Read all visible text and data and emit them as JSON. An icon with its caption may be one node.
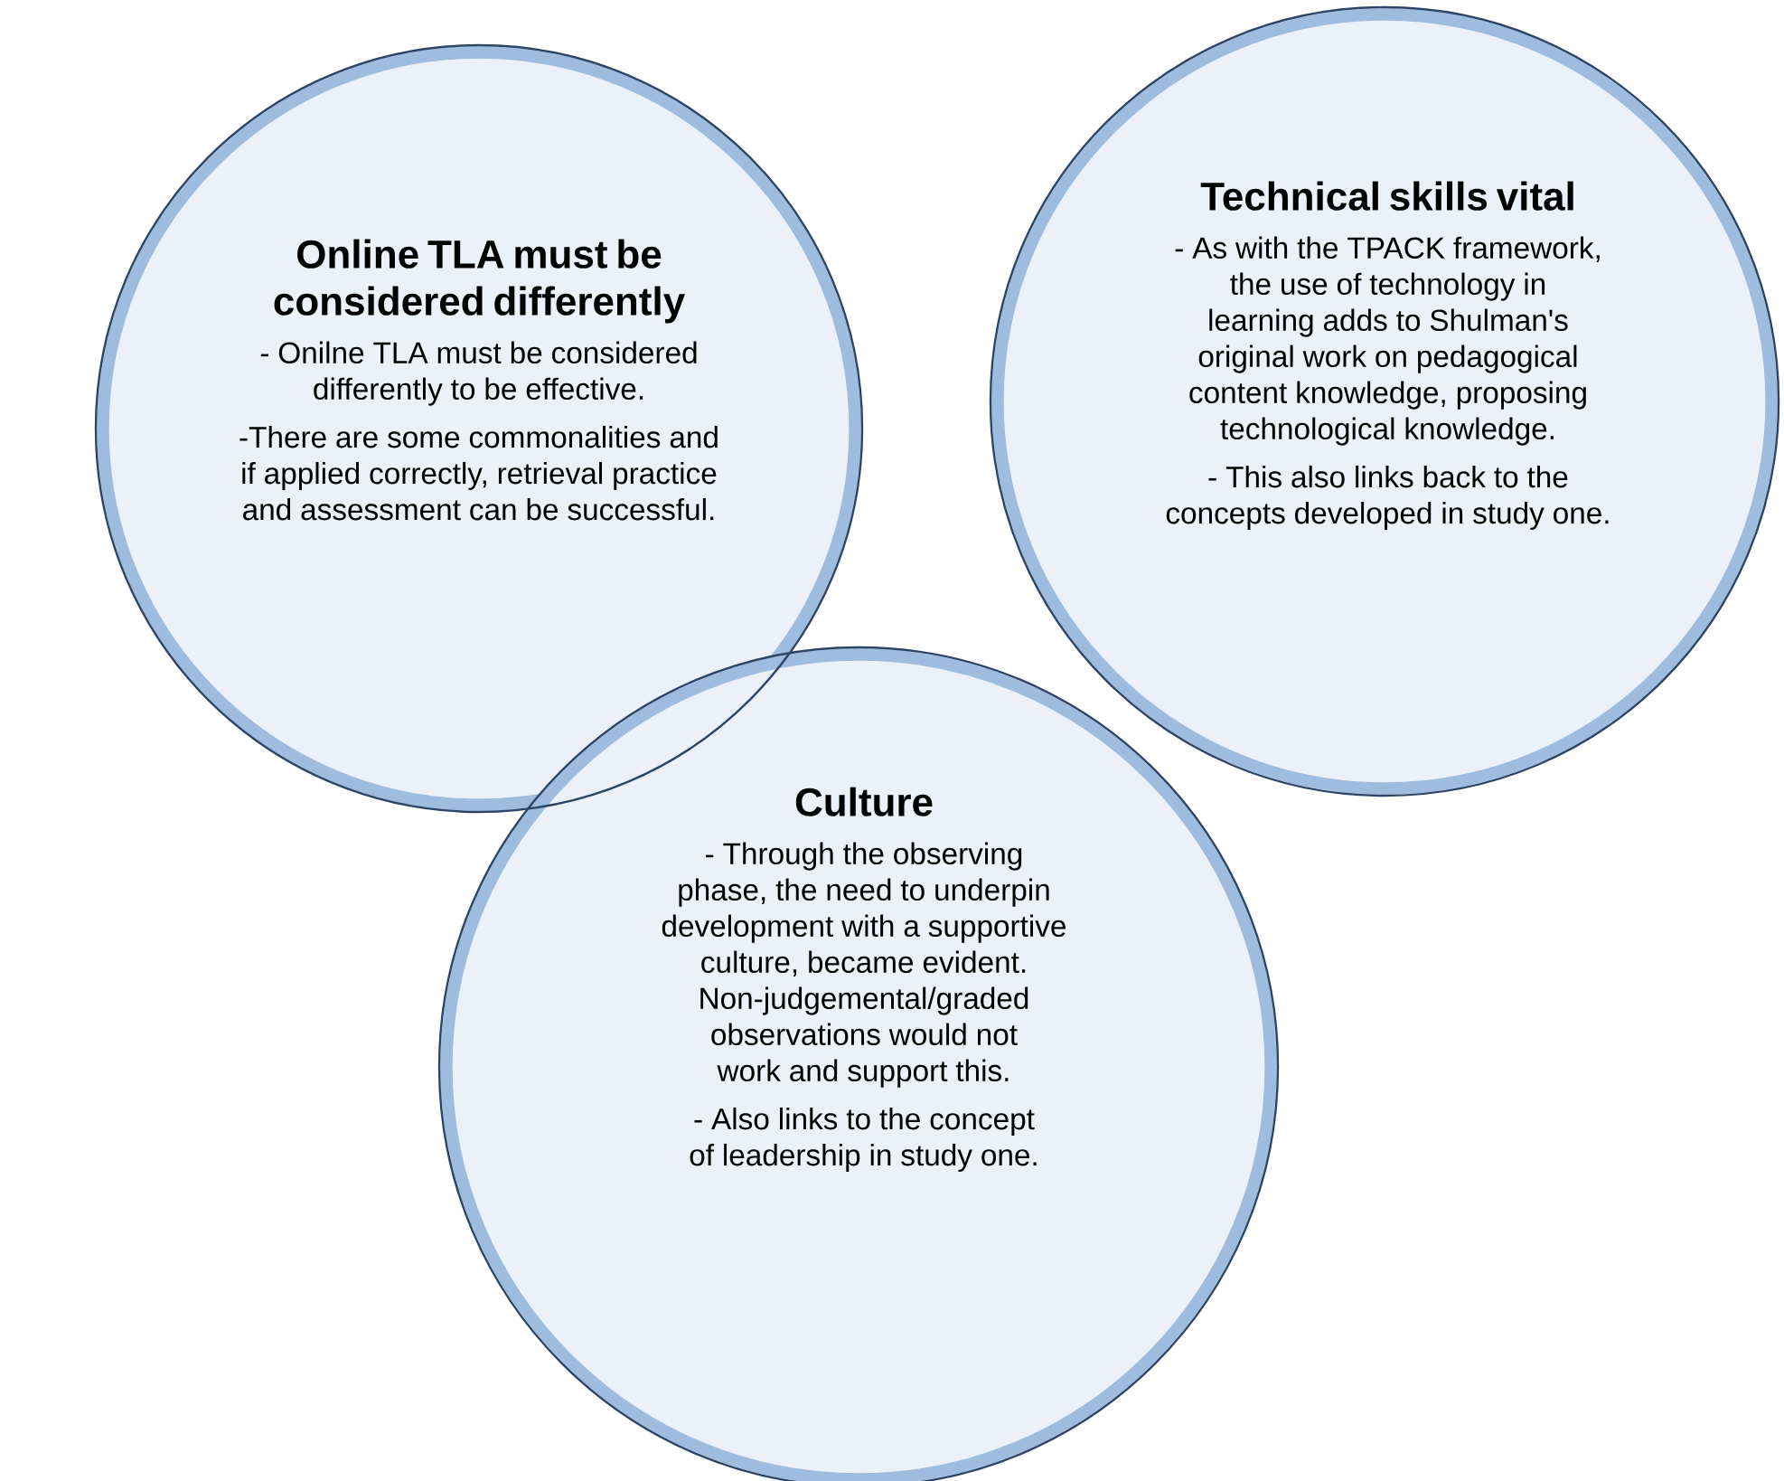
{
  "diagram": {
    "nodes": [
      {
        "text": [
          "Online TLA must be considered differently",
          "- Onilne TLA must be considered differently to be effective.",
          "-There are some commonalities and if applied correctly, retrieval practice and assessment can be successful."
        ]
      },
      {
        "text": [
          "Technical skills vital",
          "- As with the TPACK framework, the use of technology in learning adds to Shulman's original work on pedagogical content knowledge, proposing technological knowledge.",
          "- This also links back to the concepts developed in study one."
        ]
      },
      {
        "text": [
          "Culture",
          "- Through the observing phase, the need to underpin development with a supportive culture, became evident. Non-judgemental/graded observations would not work and support this.",
          "- Also links to the concept of leadership in study one."
        ]
      }
    ]
  }
}
